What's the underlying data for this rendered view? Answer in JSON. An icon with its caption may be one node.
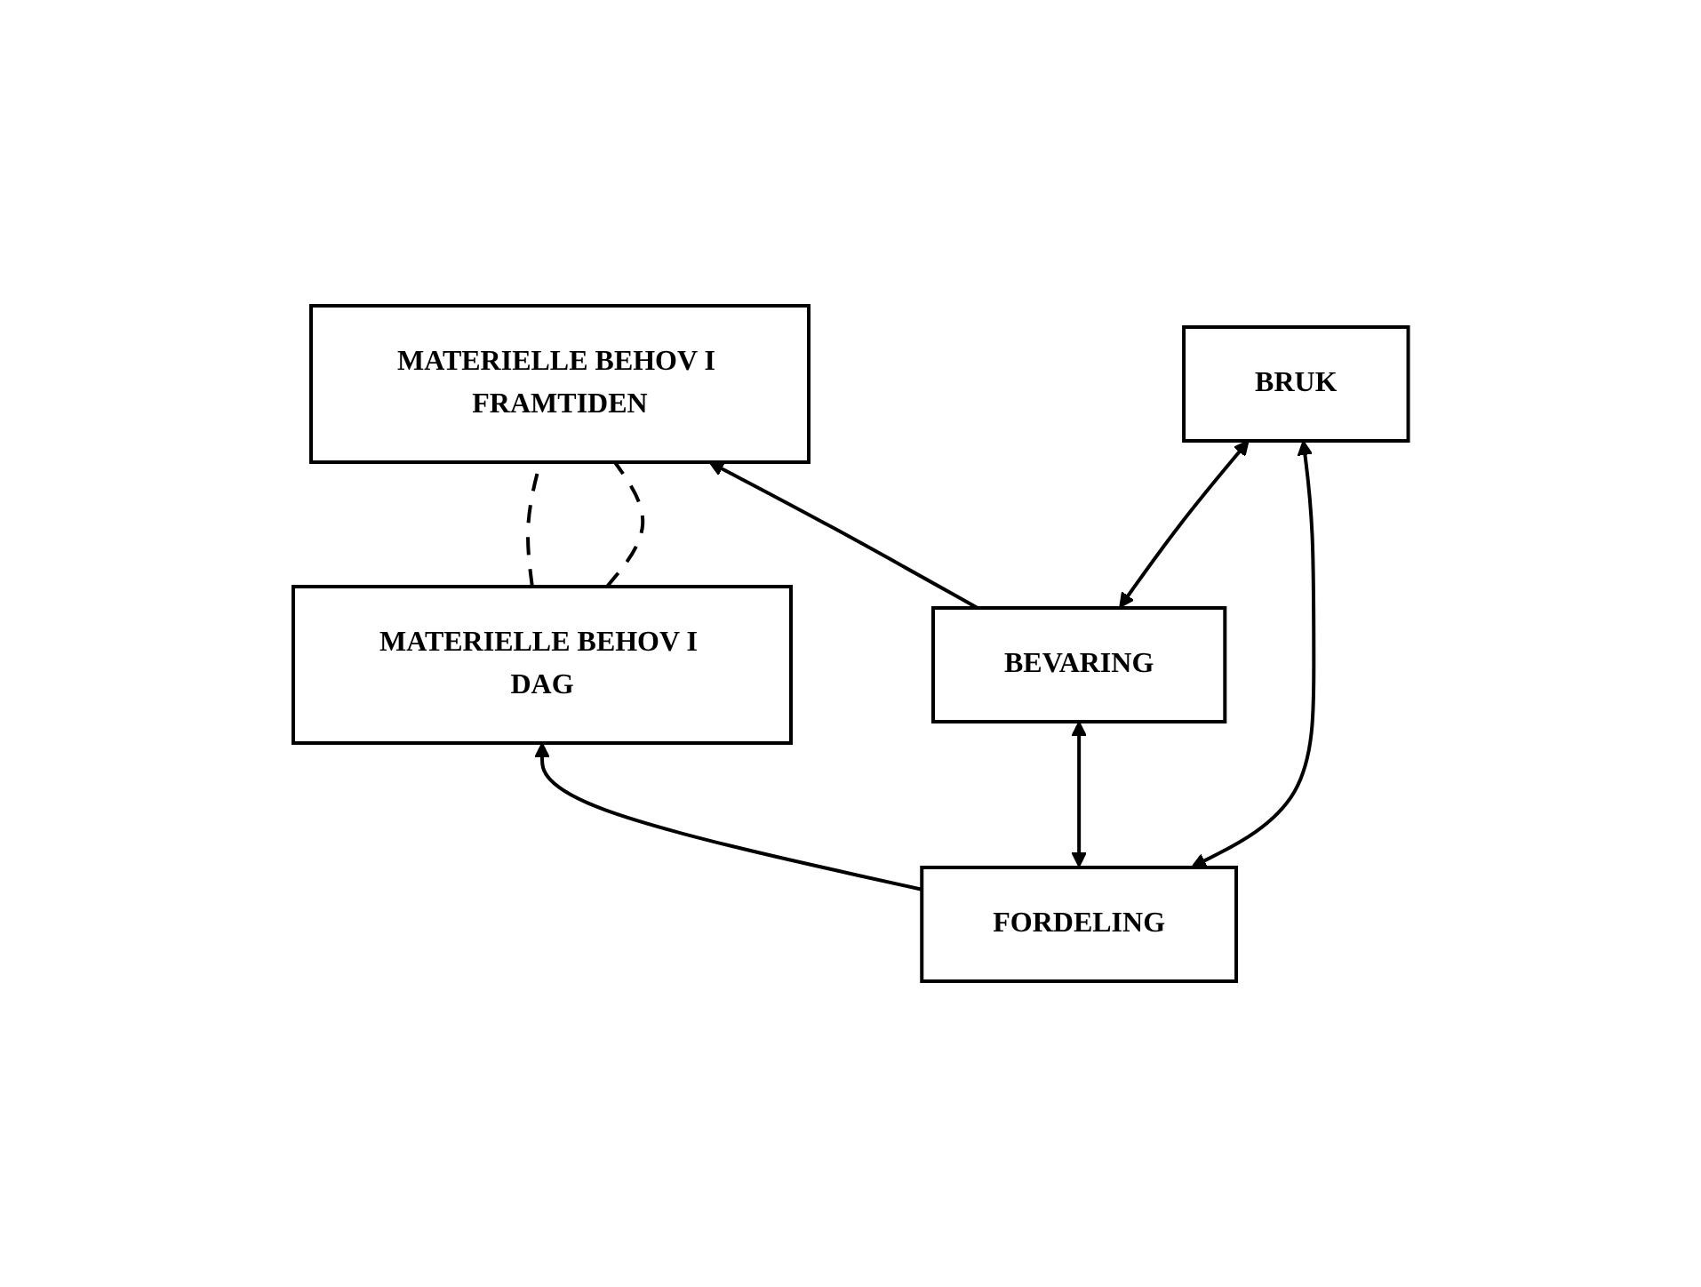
{
  "diagram": {
    "nodes": [
      {
        "text": [
          "MATERIELLE BEHOV I DAG"
        ]
      },
      {
        "text": [
          "MATERIELLE BEHOV I FRAMTIDEN"
        ]
      },
      {
        "text": [
          "FORDELING"
        ]
      },
      {
        "text": [
          "BEVARING"
        ]
      },
      {
        "text": [
          "BRUK"
        ]
      }
    ],
    "edges": [
      {
        "from": 0,
        "to": 1,
        "arrow": "none",
        "style": "dashed"
      },
      {
        "from": 0,
        "to": 1,
        "arrow": "none",
        "style": "dashed"
      },
      {
        "from": 2,
        "to": 0,
        "arrow": "to"
      },
      {
        "from": 3,
        "to": 1,
        "arrow": "to"
      },
      {
        "from": 2,
        "to": 3,
        "arrow": "both"
      },
      {
        "from": 2,
        "to": 4,
        "arrow": "both"
      },
      {
        "from": 3,
        "to": 4,
        "arrow": "both"
      }
    ]
  }
}
